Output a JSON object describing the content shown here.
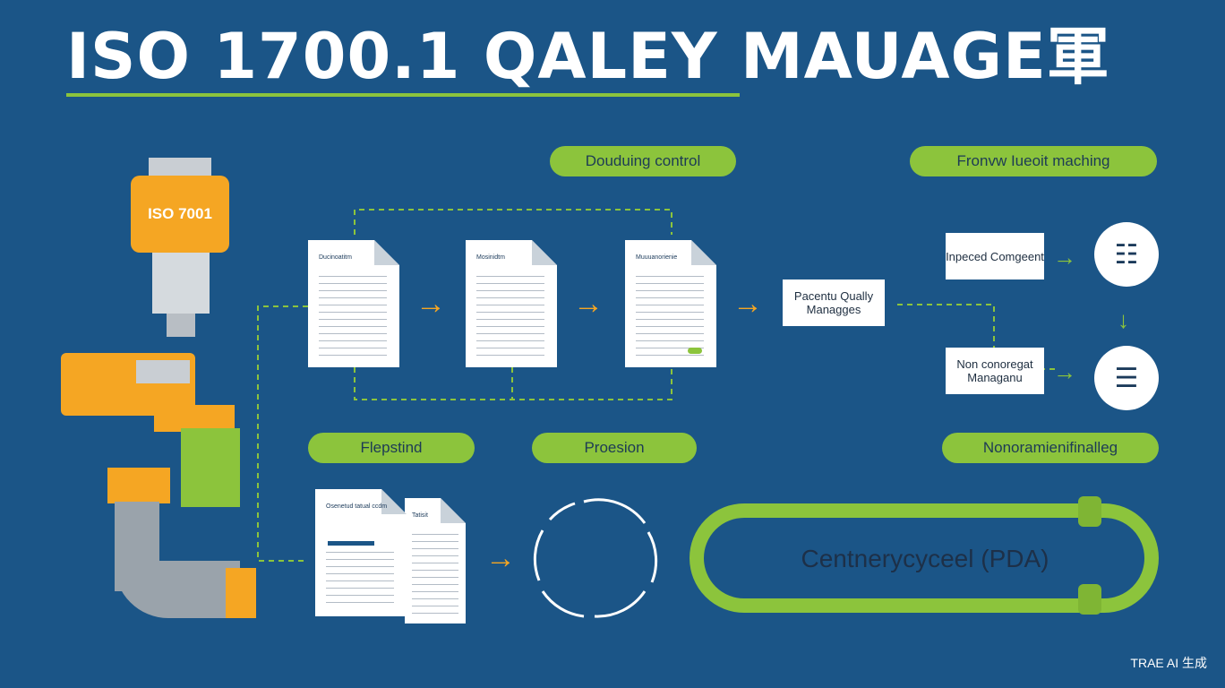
{
  "title": "ISO 1700.1 QALEY MAUAGE軍",
  "colors": {
    "background": "#1b5587",
    "accent_green": "#8cc43c",
    "accent_orange": "#f5a623",
    "pipe_gray": "#9aa3ab"
  },
  "machine": {
    "label": "ISO 7001"
  },
  "pills": {
    "document_control": "Douduing control",
    "process_machining": "Fronvw Iueoit maching",
    "records": "Flepstind",
    "procession": "Proesion",
    "nonconformance": "Nonoramienifinalleg"
  },
  "docs": [
    {
      "header": "Ducinoatitm"
    },
    {
      "header": "Mosinidtm"
    },
    {
      "header": "Muuuanorienie"
    }
  ],
  "process_box": "Pacentu Qually Managges",
  "inspected_box": "Inpeced Comgeent",
  "nonconformant_box": "Non conoregat Managanu",
  "lower_doc": {
    "header": "Osenetud tatual ccdm",
    "sub": "Tatisit"
  },
  "cycle_label": "Centnerycyceel (PDA)",
  "watermark": "TRAE AI 生成",
  "icons": {
    "arrow_glyph": "→",
    "down_glyph": "↓",
    "top_circle_icon": "☷",
    "bottom_circle_icon": "☰"
  }
}
